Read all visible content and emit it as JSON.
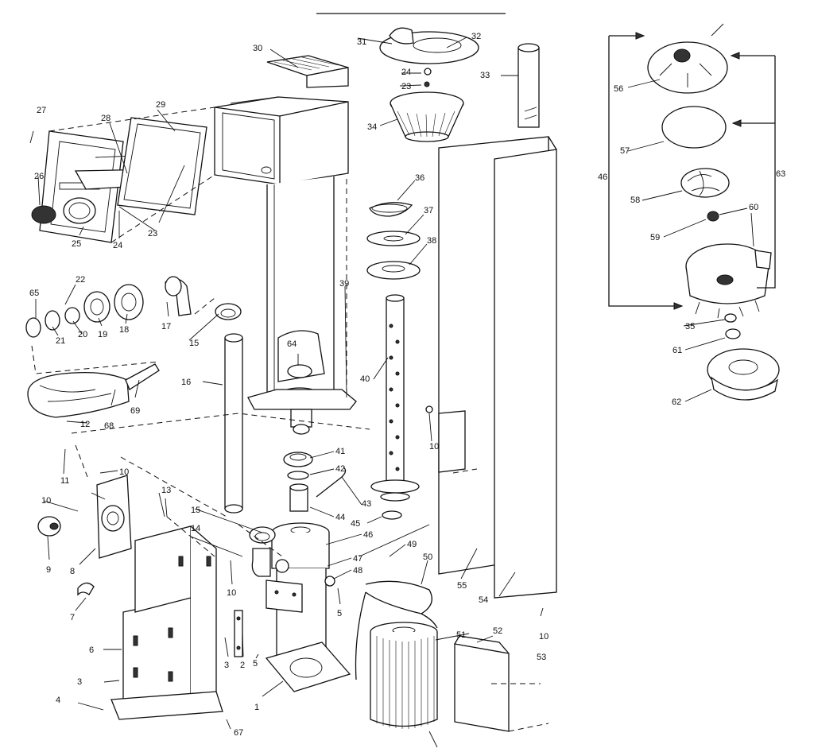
{
  "callouts": [
    {
      "id": "c1",
      "text": "1"
    },
    {
      "id": "c2",
      "text": "2"
    },
    {
      "id": "c3a",
      "text": "3"
    },
    {
      "id": "c3b",
      "text": "3"
    },
    {
      "id": "c4",
      "text": "4"
    },
    {
      "id": "c5a",
      "text": "5"
    },
    {
      "id": "c5b",
      "text": "5"
    },
    {
      "id": "c6",
      "text": "6"
    },
    {
      "id": "c7",
      "text": "7"
    },
    {
      "id": "c8",
      "text": "8"
    },
    {
      "id": "c9",
      "text": "9"
    },
    {
      "id": "c10a",
      "text": "10"
    },
    {
      "id": "c10b",
      "text": "10"
    },
    {
      "id": "c10c",
      "text": "10"
    },
    {
      "id": "c10d",
      "text": "10"
    },
    {
      "id": "c10e",
      "text": "10"
    },
    {
      "id": "c11",
      "text": "11"
    },
    {
      "id": "c12",
      "text": "12"
    },
    {
      "id": "c13",
      "text": "13"
    },
    {
      "id": "c14",
      "text": "14"
    },
    {
      "id": "c15a",
      "text": "15"
    },
    {
      "id": "c15b",
      "text": "15"
    },
    {
      "id": "c16",
      "text": "16"
    },
    {
      "id": "c17",
      "text": "17"
    },
    {
      "id": "c18",
      "text": "18"
    },
    {
      "id": "c19",
      "text": "19"
    },
    {
      "id": "c20",
      "text": "20"
    },
    {
      "id": "c21",
      "text": "21"
    },
    {
      "id": "c22",
      "text": "22"
    },
    {
      "id": "c23a",
      "text": "23"
    },
    {
      "id": "c23b",
      "text": "23"
    },
    {
      "id": "c24a",
      "text": "24"
    },
    {
      "id": "c24b",
      "text": "24"
    },
    {
      "id": "c25",
      "text": "25"
    },
    {
      "id": "c26",
      "text": "26"
    },
    {
      "id": "c27",
      "text": "27"
    },
    {
      "id": "c28",
      "text": "28"
    },
    {
      "id": "c29",
      "text": "29"
    },
    {
      "id": "c30",
      "text": "30"
    },
    {
      "id": "c31",
      "text": "31"
    },
    {
      "id": "c32",
      "text": "32"
    },
    {
      "id": "c33",
      "text": "33"
    },
    {
      "id": "c34",
      "text": "34"
    },
    {
      "id": "c35",
      "text": "35"
    },
    {
      "id": "c36",
      "text": "36"
    },
    {
      "id": "c37",
      "text": "37"
    },
    {
      "id": "c38",
      "text": "38"
    },
    {
      "id": "c39",
      "text": "39"
    },
    {
      "id": "c40",
      "text": "40"
    },
    {
      "id": "c41",
      "text": "41"
    },
    {
      "id": "c42",
      "text": "42"
    },
    {
      "id": "c43",
      "text": "43"
    },
    {
      "id": "c44",
      "text": "44"
    },
    {
      "id": "c45",
      "text": "45"
    },
    {
      "id": "c46a",
      "text": "46"
    },
    {
      "id": "c46b",
      "text": "46"
    },
    {
      "id": "c47",
      "text": "47"
    },
    {
      "id": "c48",
      "text": "48"
    },
    {
      "id": "c49",
      "text": "49"
    },
    {
      "id": "c50",
      "text": "50"
    },
    {
      "id": "c51",
      "text": "51"
    },
    {
      "id": "c52",
      "text": "52"
    },
    {
      "id": "c53",
      "text": "53"
    },
    {
      "id": "c54",
      "text": "54"
    },
    {
      "id": "c55",
      "text": "55"
    },
    {
      "id": "c56",
      "text": "56"
    },
    {
      "id": "c57",
      "text": "57"
    },
    {
      "id": "c58",
      "text": "58"
    },
    {
      "id": "c59",
      "text": "59"
    },
    {
      "id": "c60",
      "text": "60"
    },
    {
      "id": "c61",
      "text": "61"
    },
    {
      "id": "c62",
      "text": "62"
    },
    {
      "id": "c63",
      "text": "63"
    },
    {
      "id": "c64",
      "text": "64"
    },
    {
      "id": "c65",
      "text": "65"
    },
    {
      "id": "c67",
      "text": "67"
    },
    {
      "id": "c68",
      "text": "68"
    },
    {
      "id": "c69",
      "text": "69"
    }
  ]
}
